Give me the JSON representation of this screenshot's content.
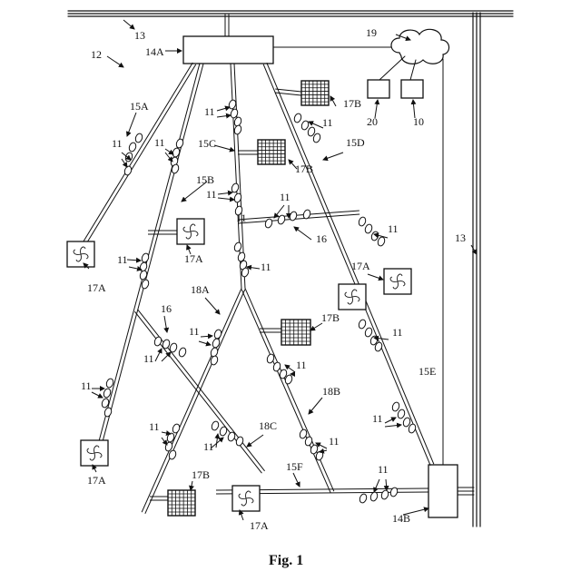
{
  "figure": {
    "caption": "Fig. 1"
  },
  "labels": {
    "l13_top": "13",
    "l13_right": "13",
    "l12": "12",
    "l14A": "14A",
    "l14B": "14B",
    "l19": "19",
    "l20": "20",
    "l10": "10",
    "l15A": "15A",
    "l15B": "15B",
    "l15C": "15C",
    "l15D": "15D",
    "l15E": "15E",
    "l15F": "15F",
    "l16_top": "16",
    "l16_left": "16",
    "l17A_1": "17A",
    "l17A_2": "17A",
    "l17A_3": "17A",
    "l17A_4": "17A",
    "l17A_5": "17A",
    "l17B_1": "17B",
    "l17B_2": "17B",
    "l17B_3": "17B",
    "l17B_4": "17B",
    "l18A": "18A",
    "l18B": "18B",
    "l18C": "18C",
    "l11_1": "11",
    "l11_2": "11",
    "l11_3": "11",
    "l11_4": "11",
    "l11_5": "11",
    "l11_6": "11",
    "l11_7": "11",
    "l11_8": "11",
    "l11_9": "11",
    "l11_10": "11",
    "l11_11": "11",
    "l11_12": "11",
    "l11_13": "11",
    "l11_14": "11",
    "l11_15": "11",
    "l11_16": "11",
    "l11_17": "11",
    "l11_18": "11",
    "l11_19": "11",
    "l11_20": "11"
  },
  "icons": {
    "fan": "fan-icon",
    "grid": "grid-panel-icon",
    "cloud": "cloud-icon"
  }
}
